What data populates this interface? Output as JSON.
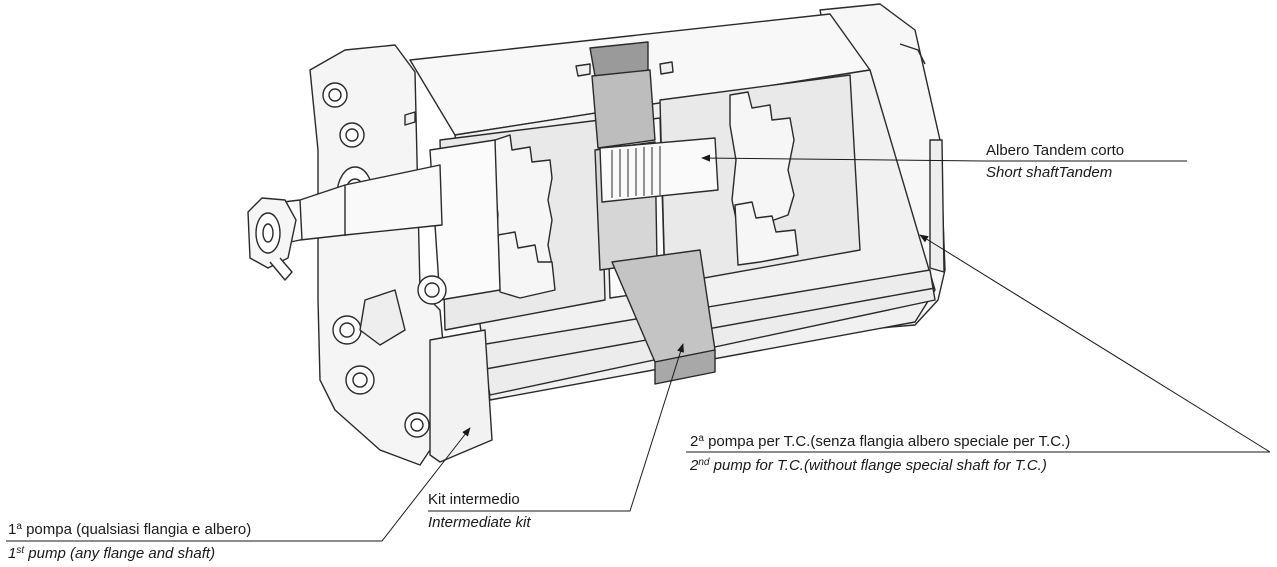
{
  "callouts": {
    "shaft": {
      "it": "Albero Tandem corto",
      "en": "Short shaftTandem"
    },
    "second_pump": {
      "it_num": "2",
      "it_sup": "a",
      "it_text": " pompa per T.C.(senza flangia albero speciale per T.C.)",
      "en_num": "2",
      "en_sup": "nd",
      "en_text": " pump for T.C.(without flange special shaft for T.C.)"
    },
    "kit": {
      "it": "Kit intermedio",
      "en": "Intermediate kit"
    },
    "first_pump": {
      "it_num": "1",
      "it_sup": "a",
      "it_text": " pompa (qualsiasi flangia e albero)",
      "en_num": "1",
      "en_sup": "st",
      "en_text": " pump (any flange and shaft)"
    }
  }
}
